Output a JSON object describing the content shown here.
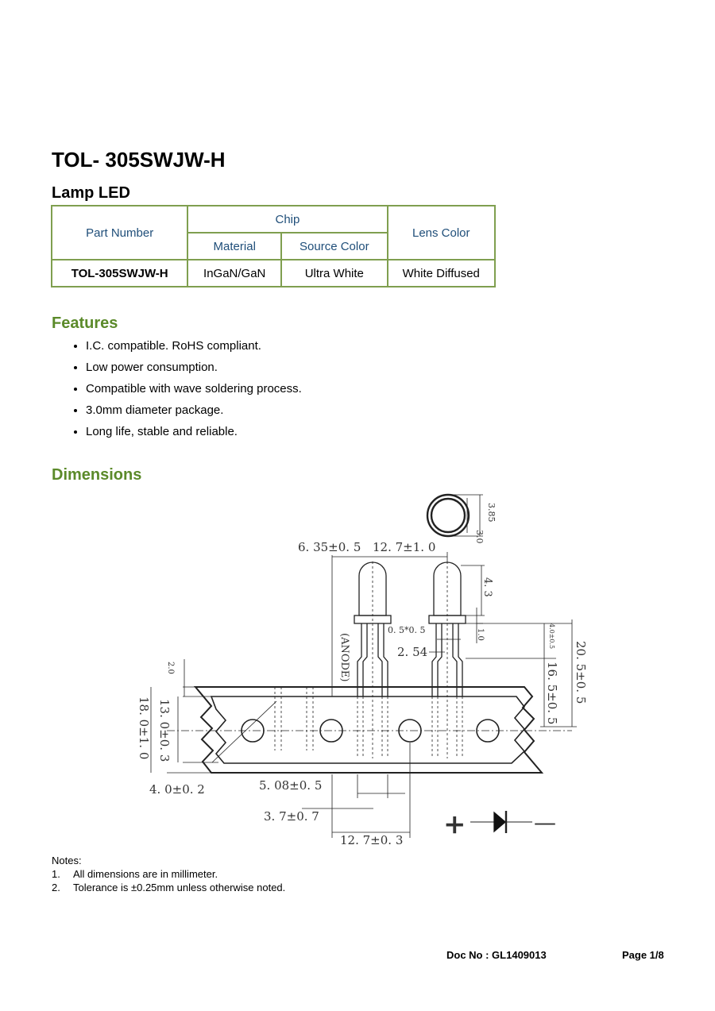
{
  "title": "TOL- 305SWJW-H",
  "subtitle": "Lamp LED",
  "table": {
    "part_number_header": "Part Number",
    "chip_header": "Chip",
    "material_header": "Material",
    "source_color_header": "Source Color",
    "lens_color_header": "Lens Color",
    "row": {
      "part_number": "TOL-305SWJW-H",
      "material": "InGaN/GaN",
      "source_color": "Ultra White",
      "lens_color": "White Diffused"
    }
  },
  "features": {
    "heading": "Features",
    "items": [
      "I.C. compatible. RoHS compliant.",
      "Low power consumption.",
      "Compatible with wave soldering process.",
      "3.0mm diameter package.",
      "Long life, stable and reliable."
    ]
  },
  "dimensions": {
    "heading": "Dimensions",
    "labels": {
      "d_3_0": "3.0",
      "d_3_85": "3.85",
      "d_6_35": "6. 35±0. 5",
      "d_12_7_top": "12. 7±1. 0",
      "d_4_3": "4. 3",
      "d_1_0": "1.0",
      "d_0_5": "0. 5*0. 5",
      "d_2_54": "2. 54",
      "anode": "(ANODE)",
      "d_4_0_small": "4.0±0.5",
      "d_16_5": "16. 5±0. 5",
      "d_20_5": "20. 5±0. 5",
      "d_2_0": "2.0",
      "d_13_0": "13. 0±0. 3",
      "d_18_0": "18. 0±1. 0",
      "d_4_0": "4. 0±0. 2",
      "d_5_08": "5. 08±0. 5",
      "d_3_7": "3. 7±0. 7",
      "d_12_7_bottom": "12. 7±0. 3",
      "plus": "+",
      "minus": "—"
    }
  },
  "notes": {
    "heading": "Notes:",
    "items": [
      {
        "num": "1.",
        "text": "All dimensions are in millimeter."
      },
      {
        "num": "2.",
        "text": "Tolerance is ±0.25mm unless otherwise noted."
      }
    ]
  },
  "footer": {
    "doc_no": "Doc No : GL1409013",
    "page": "Page 1/8"
  }
}
